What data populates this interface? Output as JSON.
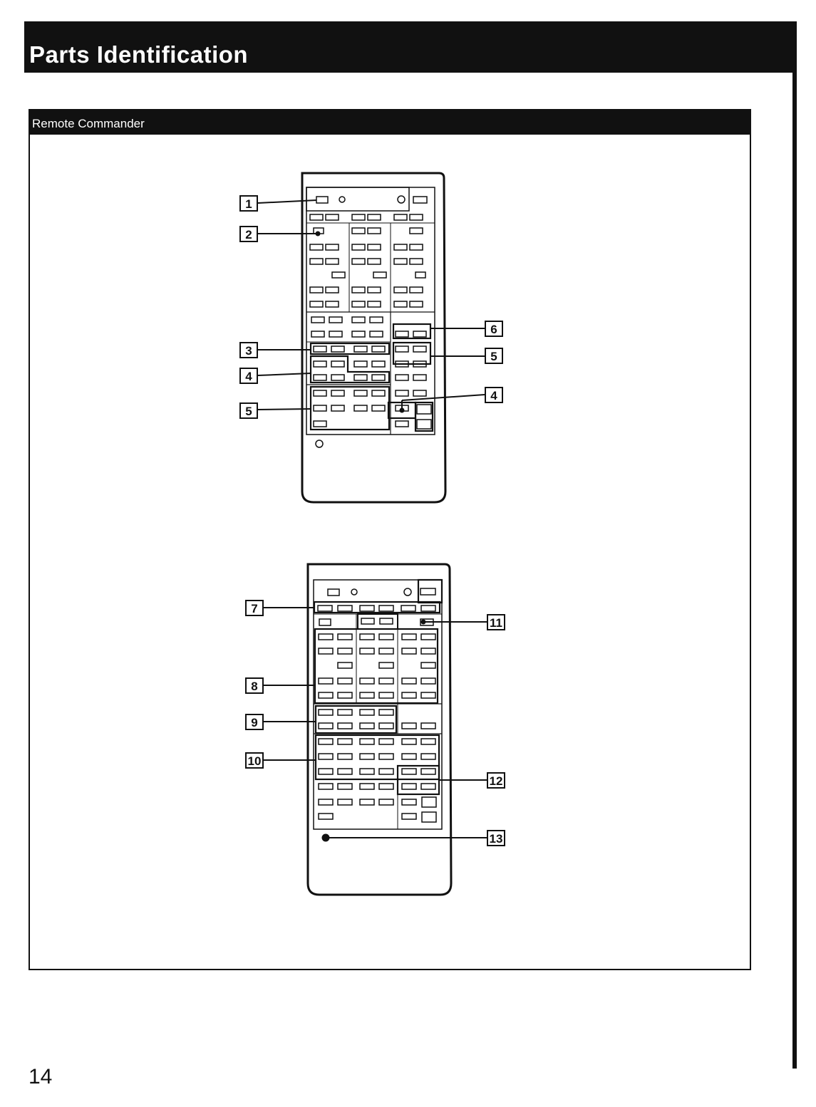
{
  "page": {
    "title": "Parts Identification",
    "section_title": "Remote Commander",
    "page_number": "14"
  },
  "figure": {
    "remote_front": {
      "callouts_left": [
        "1",
        "2",
        "3",
        "4",
        "5"
      ],
      "callouts_right": [
        "6",
        "5",
        "4"
      ]
    },
    "remote_back": {
      "callouts_left": [
        "7",
        "8",
        "9",
        "10"
      ],
      "callouts_right": [
        "11",
        "12",
        "13"
      ]
    }
  }
}
